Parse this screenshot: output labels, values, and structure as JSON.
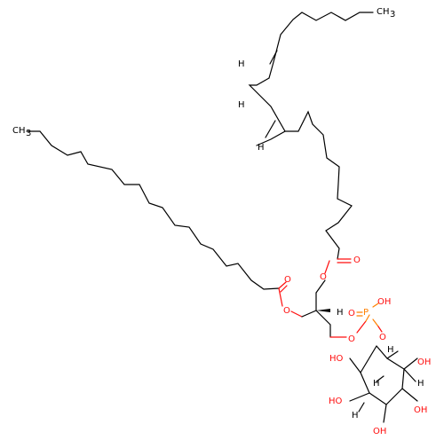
{
  "molecule": {
    "atom_labels": {
      "ch3_top": "CH",
      "ch3_top_sub": "3",
      "ch3_left": "CH",
      "ch3_left_sub": "3",
      "h": "H",
      "o": "O",
      "p": "P",
      "oh": "OH",
      "ho": "HO"
    },
    "colors": {
      "carbon_bond": "#000000",
      "oxygen": "#ff0d0d",
      "phosphorus": "#ff8000",
      "background": "#ffffff"
    }
  }
}
